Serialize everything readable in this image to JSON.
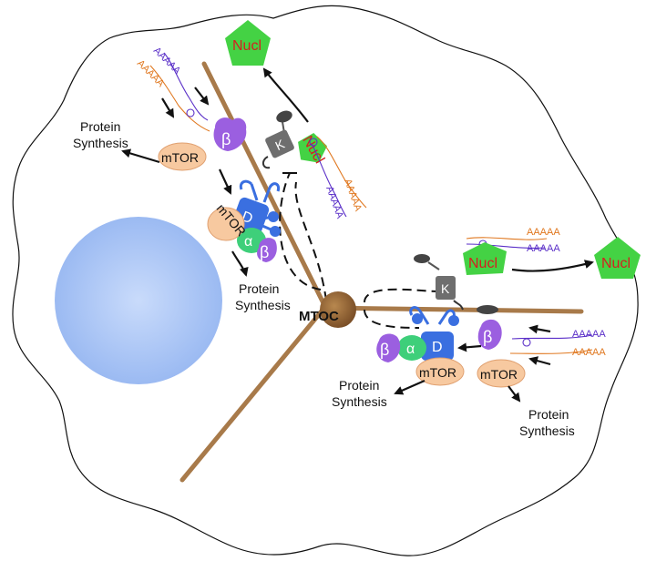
{
  "labels": {
    "protein_synthesis_line1": "Protein",
    "protein_synthesis_line2": "Synthesis",
    "mtor": "mTOR",
    "mtoc": "MTOC",
    "nucl": "Nucl",
    "kinesin": "K",
    "dynein": "D",
    "alpha": "α",
    "beta": "β",
    "poly_a": "AAAAA"
  },
  "colors": {
    "cell_outline": "#111111",
    "nucleus": "#a9c4f5",
    "microtubule": "#a87a4a",
    "mtoc": "#9a6a38",
    "mtor": "#f7c9a0",
    "beta": "#9b5fe0",
    "alpha": "#3ecf7a",
    "dynein": "#3a6fe0",
    "kinesin": "#6e6e6e",
    "nucl": "#44d244",
    "mrna_orange": "#e07820",
    "mrna_purple": "#5a2fc8"
  }
}
